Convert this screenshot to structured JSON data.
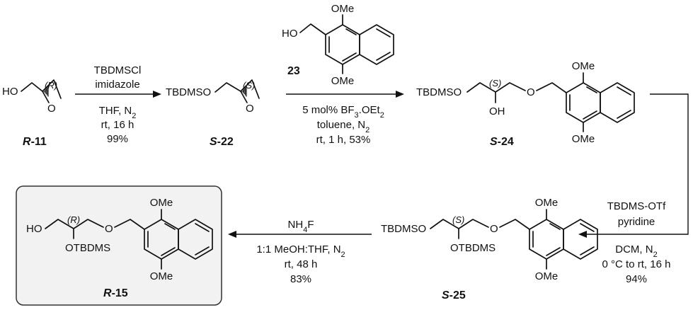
{
  "compounds": {
    "r11": {
      "label_prefix": "R",
      "label_suffix": "-11",
      "atoms": {
        "ho": "HO",
        "o": "O"
      },
      "stereo": "(R)"
    },
    "s22": {
      "label_prefix": "S",
      "label_suffix": "-22",
      "atoms": {
        "tbdmso": "TBDMSO",
        "o": "O"
      },
      "stereo": "(S)"
    },
    "c23": {
      "label": "23",
      "atoms": {
        "ho": "HO",
        "ome_top": "OMe",
        "ome_bottom": "OMe"
      }
    },
    "s24": {
      "label_prefix": "S",
      "label_suffix": "-24",
      "atoms": {
        "tbdmso": "TBDMSO",
        "oh": "OH",
        "o": "O",
        "ome_top": "OMe",
        "ome_bottom": "OMe"
      },
      "stereo": "(S)"
    },
    "s25": {
      "label_prefix": "S",
      "label_suffix": "-25",
      "atoms": {
        "tbdmso": "TBDMSO",
        "otbdms": "OTBDMS",
        "o": "O",
        "ome_top": "OMe",
        "ome_bottom": "OMe"
      },
      "stereo": "(S)"
    },
    "r15": {
      "label_prefix": "R",
      "label_suffix": "-15",
      "atoms": {
        "ho": "HO",
        "otbdms": "OTBDMS",
        "o": "O",
        "ome_top": "OMe",
        "ome_bottom": "OMe"
      },
      "stereo": "(R)"
    }
  },
  "steps": {
    "step1": {
      "above": [
        "TBDMSCl",
        "imidazole"
      ],
      "below": [
        "rt, 16 h",
        "99%"
      ],
      "solvent_main": "THF, N",
      "solvent_sub": "2"
    },
    "step2": {
      "catalyst_pre": "5 mol% BF",
      "catalyst_sub": "3",
      "catalyst_post": ".OEt",
      "catalyst_sub2": "2",
      "solvent_main": "toluene, N",
      "solvent_sub": "2",
      "conditions": "rt, 1 h, 53%"
    },
    "step3": {
      "reagents": [
        "TBDMS-OTf",
        "pyridine"
      ],
      "solvent_main": "DCM, N",
      "solvent_sub": "2",
      "conditions": [
        "0 °C to rt, 16 h",
        "94%"
      ]
    },
    "step4": {
      "reagent_main": "NH",
      "reagent_sub": "4",
      "reagent_post": "F",
      "solvent_main": "1:1 MeOH:THF, N",
      "solvent_sub": "2",
      "conditions": [
        "rt, 48 h",
        "83%"
      ]
    }
  }
}
